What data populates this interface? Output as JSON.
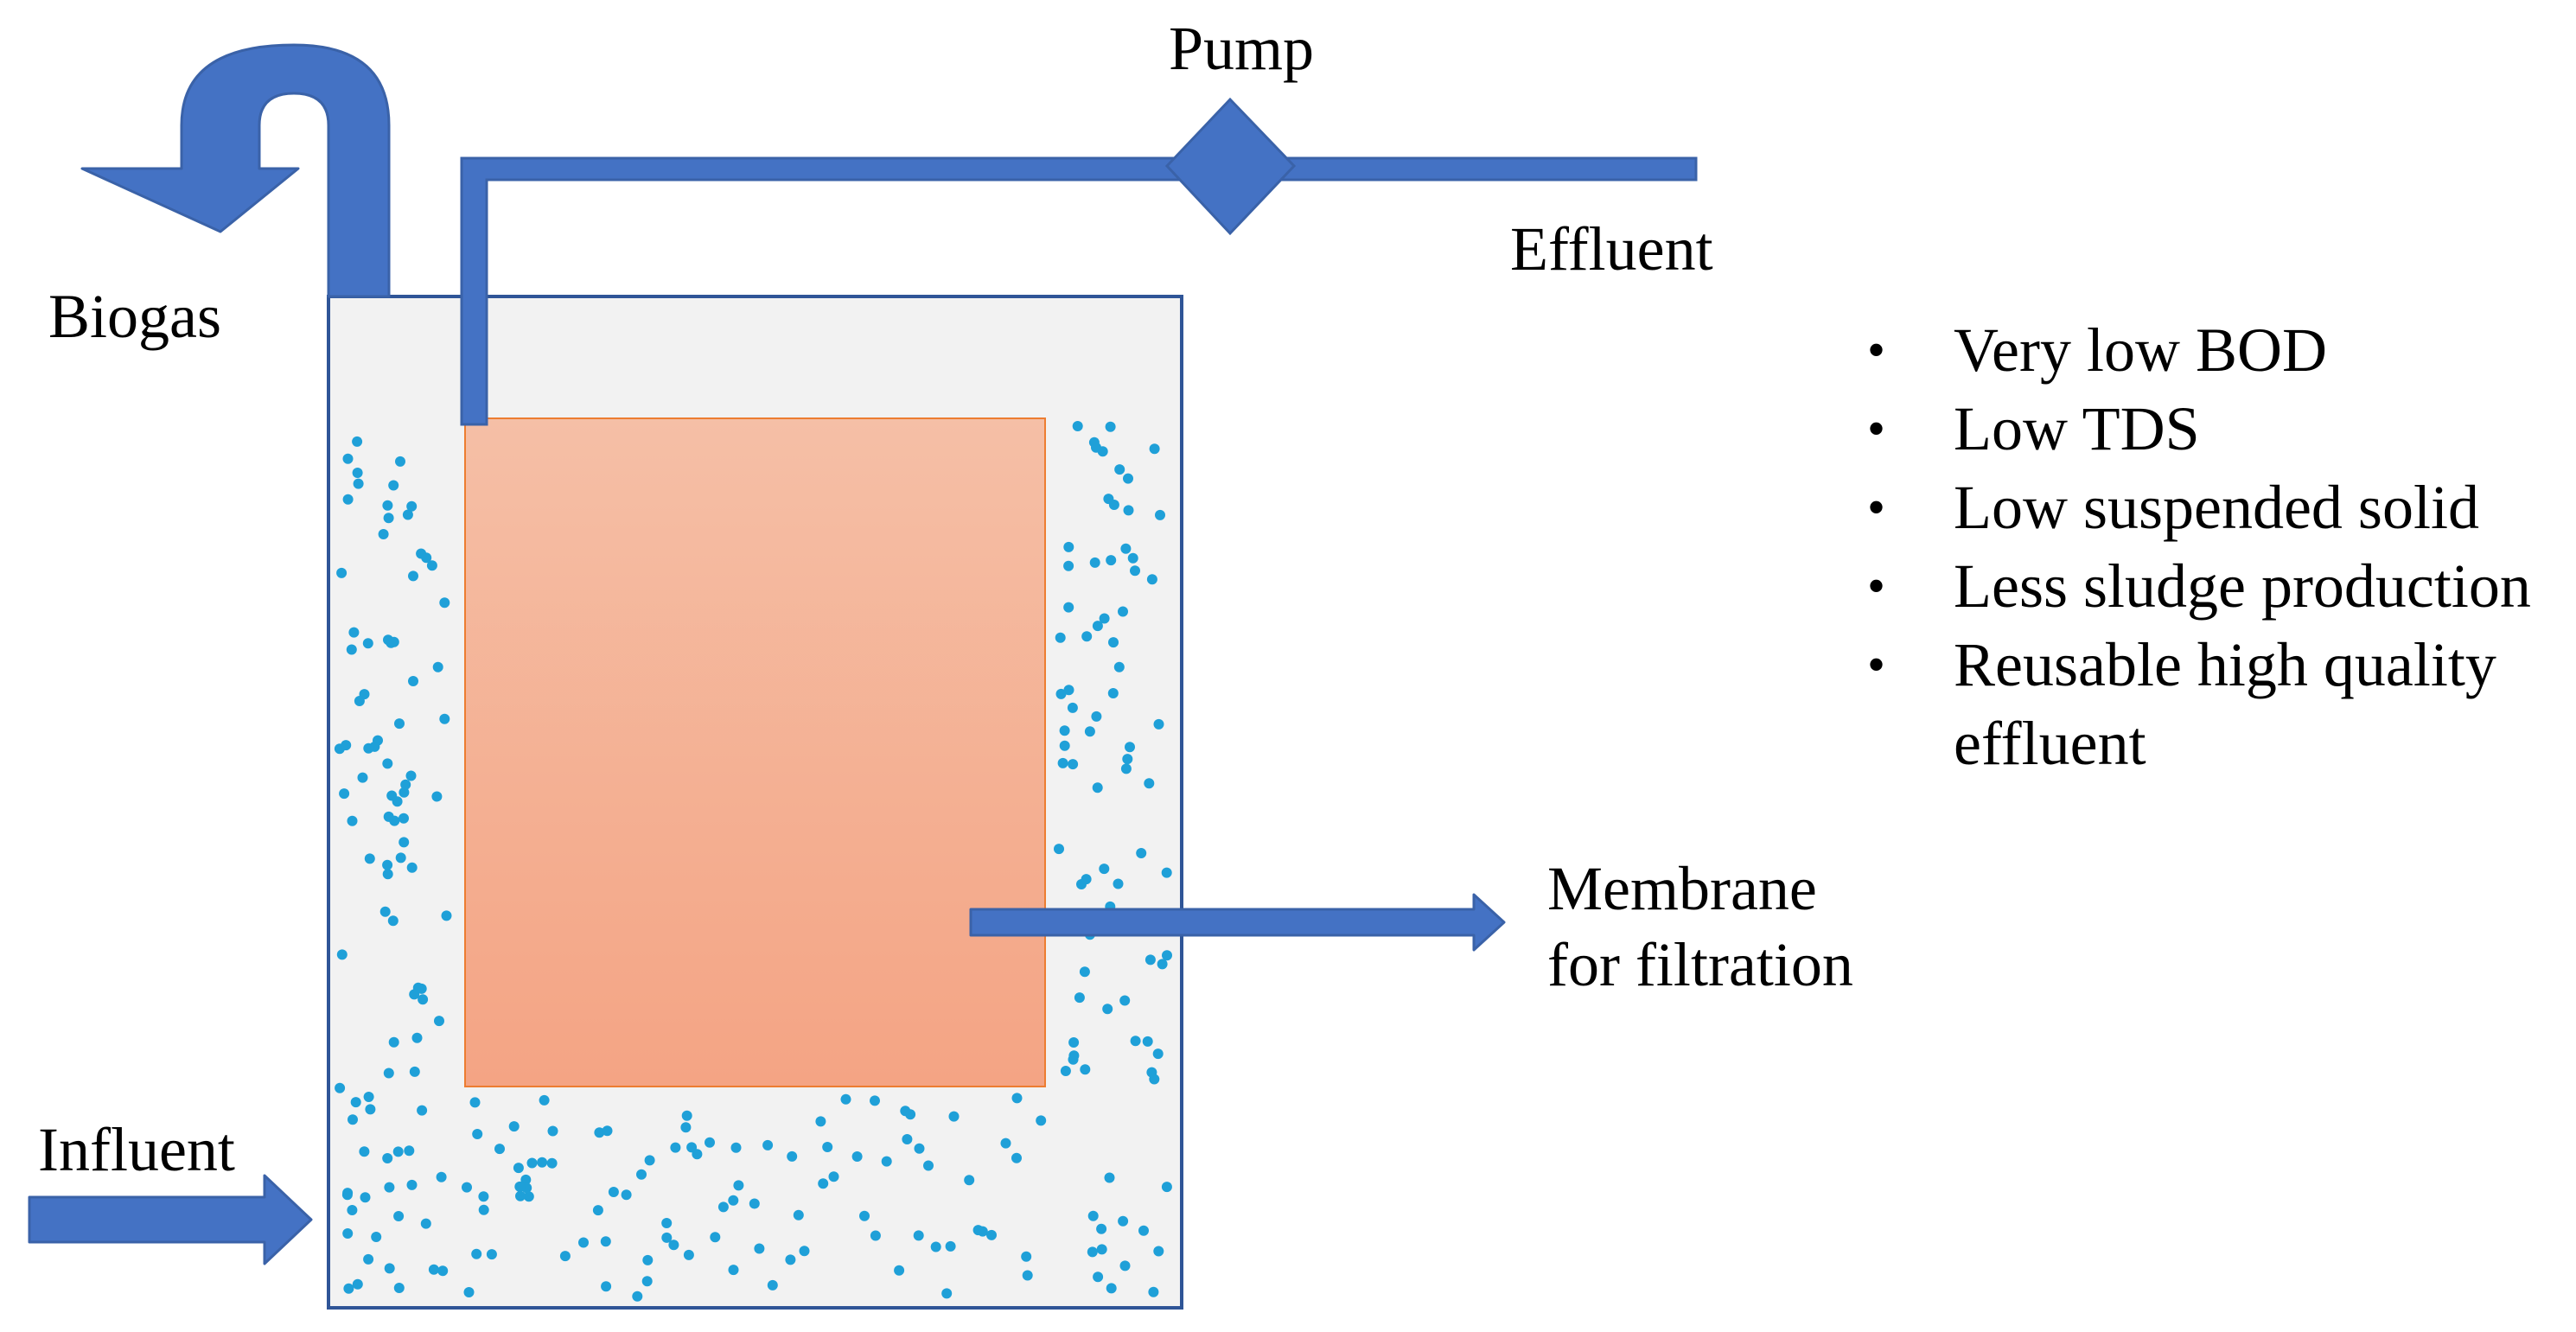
{
  "labels": {
    "pump": "Pump",
    "biogas": "Biogas",
    "effluent": "Effluent",
    "influent": "Influent",
    "membrane_line1": "Membrane",
    "membrane_line2": "for filtration"
  },
  "features": [
    "Very low BOD",
    "Low TDS",
    "Low suspended solid",
    "Less sludge production",
    "Reusable high quality effluent"
  ],
  "colors": {
    "pipe": "#4472C4",
    "pipe_outline": "#3A62A8",
    "tank_fill": "#F2F2F2",
    "tank_border": "#2F5597",
    "membrane_top": "#F5BFA6",
    "membrane_bottom": "#F4A484",
    "particle": "#1FA0D8"
  }
}
